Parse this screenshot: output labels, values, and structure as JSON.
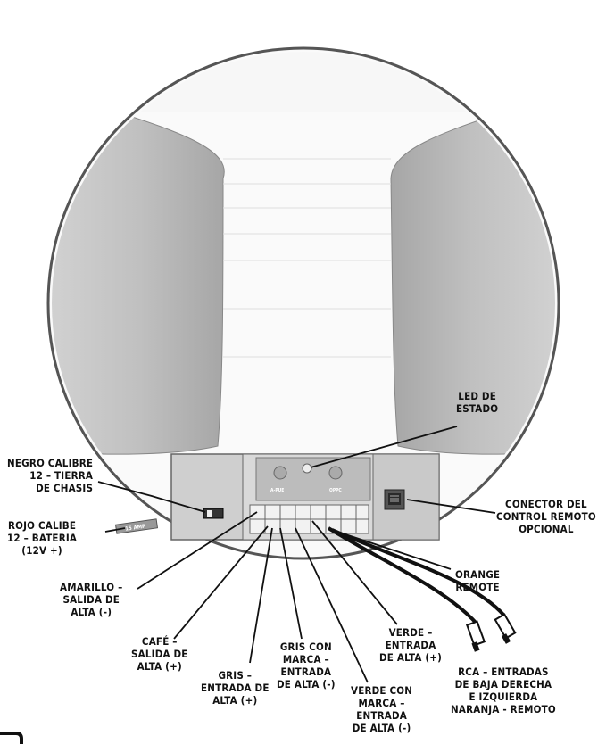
{
  "labels": {
    "led": [
      "LED DE",
      "ESTADO"
    ],
    "ground": [
      "NEGRO CALIBRE",
      "12 – TIERRA",
      "DE CHASIS"
    ],
    "battery": [
      "ROJO CALIBE",
      "12 – BATERIA",
      "(12V +)"
    ],
    "remote_connector": [
      "CONECTOR DEL",
      "CONTROL REMOTO",
      "OPCIONAL"
    ],
    "orange_remote": [
      "ORANGE",
      "REMOTE"
    ],
    "yellow_out_neg": [
      "AMARILLO –",
      "SALIDA DE",
      "ALTA (-)"
    ],
    "brown_out_pos": [
      "CAFÉ –",
      "SALIDA DE",
      "ALTA (+)"
    ],
    "gray_in_pos": [
      "GRIS –",
      "ENTRADA DE",
      "ALTA (+)"
    ],
    "gray_stripe_in_neg": [
      "GRIS CON",
      "MARCA –",
      "ENTRADA",
      "DE ALTA (-)"
    ],
    "green_in_pos": [
      "VERDE –",
      "ENTRADA",
      "DE ALTA (+)"
    ],
    "green_stripe_in_neg": [
      "VERDE CON",
      "MARCA –",
      "ENTRADA",
      "DE ALTA (-)"
    ],
    "rca": [
      "RCA – ENTRADAS",
      "DE BAJA DERECHA",
      "E IZQUIERDA",
      "NARANJA - REMOTO"
    ]
  },
  "device": {
    "fuse_text": "15 AMP",
    "port_left": "A-PUE",
    "port_right": "OPPC"
  },
  "colors": {
    "ink": "#111111",
    "circle_fill": "#f3f3f3",
    "panel": "#c8c8c8",
    "baffle": "#bdbdbd"
  }
}
